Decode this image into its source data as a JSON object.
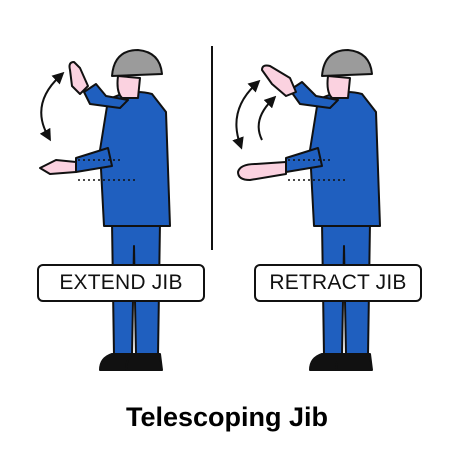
{
  "caption": "Telescoping Jib",
  "panels": [
    {
      "label": "EXTEND JIB"
    },
    {
      "label": "RETRACT JIB"
    }
  ],
  "colors": {
    "coveralls": "#1f5fbf",
    "skin": "#fbd2e0",
    "hardhat": "#9b9b9b",
    "outline": "#111111"
  }
}
